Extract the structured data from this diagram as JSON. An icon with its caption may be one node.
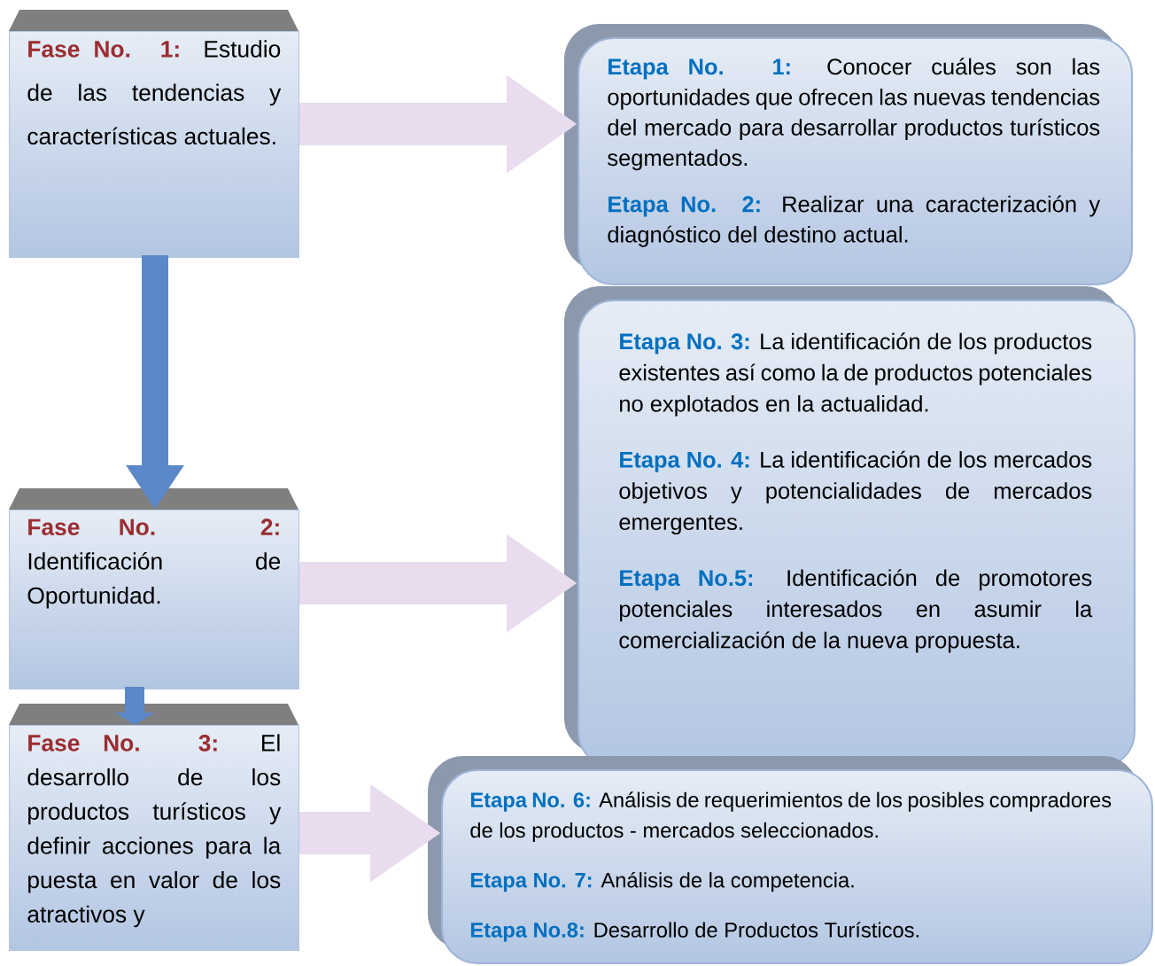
{
  "diagram": {
    "nodes": [
      {
        "text": [
          "Fase No. 1:",
          "Estudio de las tendencias y características actuales."
        ]
      },
      {
        "text": [
          "Fase No. 2:",
          "Identificación de Oportunidad."
        ]
      },
      {
        "text": [
          "Fase No. 3:",
          "El desarrollo de los productos turísticos y definir acciones para la puesta en valor de los atractivos y"
        ]
      },
      {
        "text": [
          "Etapa No. 1:",
          "Conocer cuáles son las oportunidades que ofrecen las nuevas tendencias del mercado para desarrollar productos turísticos segmentados.",
          "Etapa No. 2:",
          "Realizar una caracterización y diagnóstico del destino actual."
        ]
      },
      {
        "text": [
          "Etapa No. 3:",
          "La identificación de los productos existentes así como la de productos potenciales no explotados en la actualidad.",
          "Etapa No. 4:",
          "La identificación de los mercados objetivos y potencialidades de mercados emergentes.",
          "Etapa No.5:",
          "Identificación de promotores potenciales interesados en asumir la comercialización de la nueva propuesta."
        ]
      },
      {
        "text": [
          "Etapa No. 6:",
          "Análisis de requerimientos de los posibles compradores de los productos - mercados seleccionados.",
          "Etapa No. 7:",
          "Análisis de la competencia.",
          "Etapa No.8:",
          "Desarrollo de Productos Turísticos."
        ]
      }
    ],
    "edges": [
      {
        "from": 0,
        "to": 3,
        "arrow": "to"
      },
      {
        "from": 1,
        "to": 4,
        "arrow": "to"
      },
      {
        "from": 2,
        "to": 5,
        "arrow": "to"
      },
      {
        "from": 0,
        "to": 1,
        "arrow": "to",
        "color": "#5b88c8"
      },
      {
        "from": 1,
        "to": 2,
        "arrow": "to",
        "color": "#5b88c8"
      }
    ]
  }
}
